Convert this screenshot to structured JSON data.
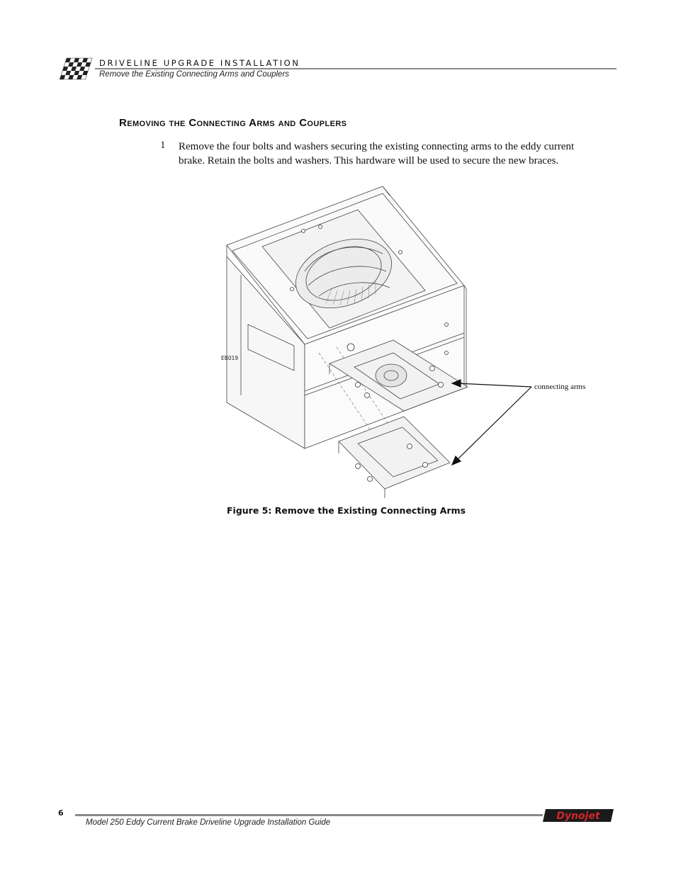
{
  "header": {
    "chapter": "DRIVELINE UPGRADE INSTALLATION",
    "subtitle": "Remove the Existing Connecting Arms and Couplers"
  },
  "section": {
    "title": "Removing the Connecting Arms and Couplers"
  },
  "steps": [
    {
      "number": "1",
      "text": "Remove the four bolts and washers securing the existing connecting arms to the eddy current brake. Retain the bolts and washers. This hardware will be used to secure the new braces."
    }
  ],
  "figure": {
    "drawing_id": "EB019",
    "callout": "connecting arms",
    "caption": "Figure 5: Remove the Existing Connecting Arms"
  },
  "footer": {
    "page_number": "6",
    "document_title": "Model 250 Eddy Current Brake Driveline Upgrade Installation Guide",
    "logo_text": "Dynojet"
  }
}
